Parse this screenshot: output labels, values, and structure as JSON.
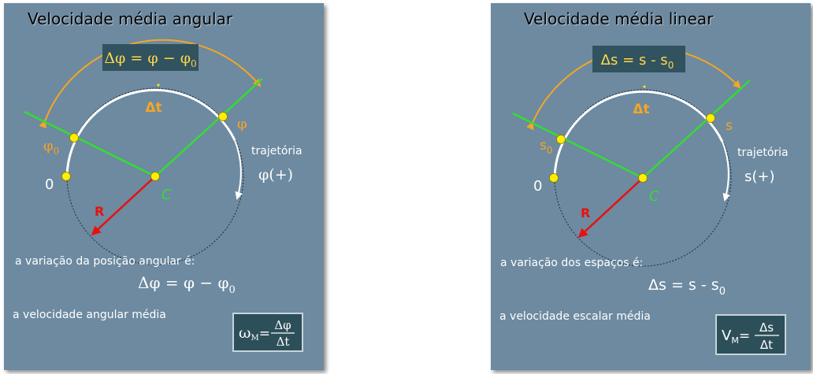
{
  "panels": {
    "angular": {
      "title": "Velocidade média angular",
      "top_formula": {
        "delta": "Δφ",
        "eq": "=",
        "var": "φ",
        "minus": "−",
        "var0": "φ",
        "sub0": "0"
      },
      "dt_label": "Δt",
      "end_label": "φ",
      "start_label": {
        "base": "φ",
        "sub": "0"
      },
      "origin_label": "0",
      "trajectory_label": "trajetória",
      "direction_label": "φ(+)",
      "center_label": "C",
      "radius_label": "R",
      "variation_text": "a variação da posição angular é:",
      "variation_formula": {
        "delta": "Δφ",
        "eq": "=",
        "var": "φ",
        "minus": "−",
        "var0": "φ",
        "sub0": "0"
      },
      "velocity_text": "a velocidade angular média",
      "result_formula": {
        "symbol": "ω",
        "sub": "M",
        "eq": "=",
        "numerator": "Δφ",
        "denominator": "Δt"
      }
    },
    "linear": {
      "title": "Velocidade média linear",
      "top_formula": {
        "delta": "Δs",
        "eq": "=",
        "var": "s",
        "minus": "-",
        "var0": "s",
        "sub0": "0"
      },
      "dt_label": "Δt",
      "end_label": "s",
      "start_label": {
        "base": "s",
        "sub": "0"
      },
      "origin_label": "0",
      "trajectory_label": "trajetória",
      "direction_label": "s(+)",
      "center_label": "C",
      "radius_label": "R",
      "variation_text": "a variação dos espaços é:",
      "variation_formula": {
        "delta": "Δs",
        "eq": "=",
        "var": "s",
        "minus": "-",
        "var0": "s",
        "sub0": "0"
      },
      "velocity_text": "a velocidade escalar média",
      "result_formula": {
        "symbol": "V",
        "sub": "M",
        "eq": "=",
        "numerator": "Δs",
        "denominator": "Δt"
      }
    }
  },
  "colors": {
    "panel_bg": "#6d8aa0",
    "box_bg": "#31525f",
    "label_orange": "#f5a623",
    "point_yellow": "#ffee00",
    "radius_line_green": "#33dd33",
    "vector_red": "#e81010",
    "arc_white": "#ffffff",
    "formula_yellow": "#ffd84a"
  }
}
